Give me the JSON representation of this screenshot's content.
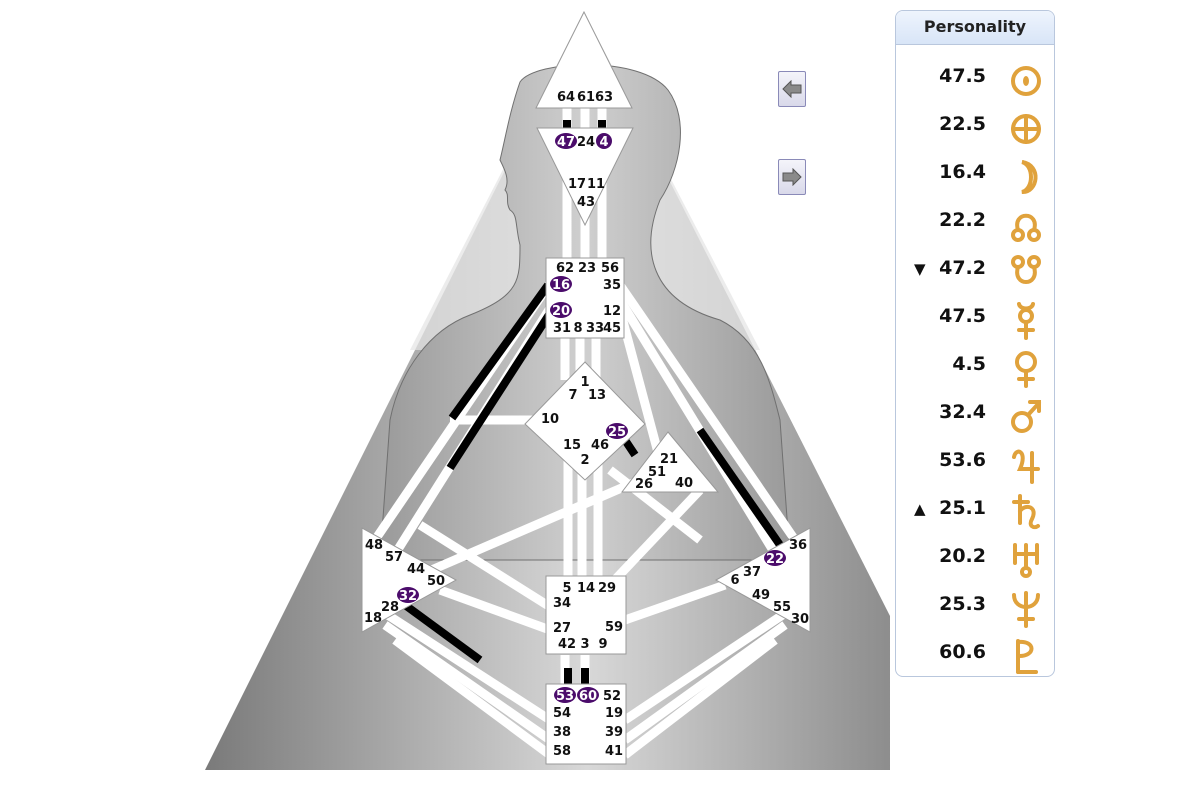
{
  "chart_data": {
    "type": "diagram",
    "centers": {
      "head_gates": [
        "64",
        "61",
        "63"
      ],
      "ajna_gates": [
        "47",
        "24",
        "4",
        "17",
        "11",
        "43"
      ],
      "throat_gates": [
        "62",
        "23",
        "56",
        "16",
        "35",
        "20",
        "12",
        "31",
        "8",
        "33",
        "45"
      ],
      "g_gates": [
        "1",
        "7",
        "13",
        "10",
        "25",
        "15",
        "46",
        "2"
      ],
      "heart_gates": [
        "21",
        "51",
        "26",
        "40"
      ],
      "spleen_gates": [
        "48",
        "57",
        "44",
        "50",
        "32",
        "28",
        "18"
      ],
      "solar_plexus_gates": [
        "36",
        "22",
        "37",
        "6",
        "49",
        "55",
        "30"
      ],
      "sacral_gates": [
        "5",
        "14",
        "29",
        "34",
        "27",
        "59",
        "42",
        "3",
        "9"
      ],
      "root_gates": [
        "53",
        "60",
        "52",
        "54",
        "19",
        "38",
        "39",
        "58",
        "41"
      ]
    },
    "activated_gates": [
      "47",
      "4",
      "16",
      "20",
      "25",
      "22",
      "32",
      "53",
      "60"
    ]
  },
  "panel": {
    "title": "Personality",
    "rows": [
      {
        "value": "47.5",
        "marker": "",
        "planet": "sun",
        "icon": "sun-icon"
      },
      {
        "value": "22.5",
        "marker": "",
        "planet": "earth",
        "icon": "earth-icon"
      },
      {
        "value": "16.4",
        "marker": "",
        "planet": "moon",
        "icon": "moon-icon"
      },
      {
        "value": "22.2",
        "marker": "",
        "planet": "north-node",
        "icon": "north-node-icon"
      },
      {
        "value": "47.2",
        "marker": "▼",
        "planet": "south-node",
        "icon": "south-node-icon"
      },
      {
        "value": "47.5",
        "marker": "",
        "planet": "mercury",
        "icon": "mercury-icon"
      },
      {
        "value": "4.5",
        "marker": "",
        "planet": "venus",
        "icon": "venus-icon"
      },
      {
        "value": "32.4",
        "marker": "",
        "planet": "mars",
        "icon": "mars-icon"
      },
      {
        "value": "53.6",
        "marker": "",
        "planet": "jupiter",
        "icon": "jupiter-icon"
      },
      {
        "value": "25.1",
        "marker": "▲",
        "planet": "saturn",
        "icon": "saturn-icon"
      },
      {
        "value": "20.2",
        "marker": "",
        "planet": "uranus",
        "icon": "uranus-icon"
      },
      {
        "value": "25.3",
        "marker": "",
        "planet": "neptune",
        "icon": "neptune-icon"
      },
      {
        "value": "60.6",
        "marker": "",
        "planet": "pluto",
        "icon": "pluto-icon"
      }
    ]
  },
  "nav": {
    "prev_icon": "arrow-left-icon",
    "next_icon": "arrow-right-icon"
  },
  "colors": {
    "active_gate": "#4b0c6b",
    "icon_gold": "#e0a23c",
    "channel_active": "#000000"
  }
}
